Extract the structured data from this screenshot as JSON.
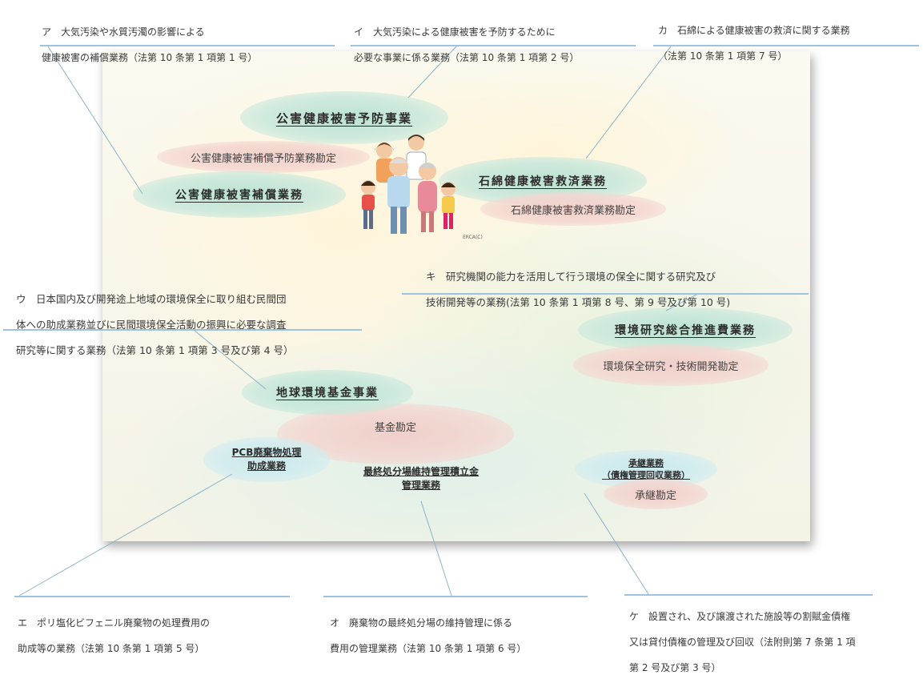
{
  "annotations": {
    "a": {
      "line1": "ア　大気汚染や水質汚濁の影響による",
      "line2": "健康被害の補償業務（法第 10 条第 1 項第 1 号）"
    },
    "i": {
      "line1": "イ　大気汚染による健康被害を予防するために",
      "line2": "必要な事業に係る業務（法第 10 条第 1 項第 2 号）"
    },
    "ka": {
      "line1": "カ　石綿による健康被害の救済に関する業務",
      "line2": "（法第 10 条第 1 項第 7 号）"
    },
    "ki": {
      "line1": "キ　研究機関の能力を活用して行う環境の保全に関する研究及び",
      "line2": "技術開発等の業務(法第 10 条第 1 項第 8 号、第 9 号及び第 10 号)"
    },
    "u": {
      "line1": "ウ　日本国内及び開発途上地域の環境保全に取り組む民間団",
      "line2": "体への助成業務並びに民間環境保全活動の振興に必要な調査",
      "line3": "研究等に関する業務（法第 10 条第 1 項第 3 号及び第 4 号）"
    },
    "e": {
      "line1": "エ　ポリ塩化ビフェニル廃棄物の処理費用の",
      "line2": "助成等の業務（法第 10 条第 1 項第 5 号）"
    },
    "o": {
      "line1": "オ　廃棄物の最終処分場の維持管理に係る",
      "line2": "費用の管理業務（法第 10 条第 1 項第 6 号）"
    },
    "ke": {
      "line1": "ケ　設置され、及び譲渡された施設等の割賦金債権",
      "line2": "又は貸付債権の管理及び回収（法附則第 7 条第 1 項",
      "line3": "第 2 号及び第 3 号）"
    }
  },
  "diagram": {
    "prevention": "公害健康被害予防事業",
    "prevention_account": "公害健康被害補償予防業務勘定",
    "compensation": "公害健康被害補償業務",
    "asbestos": "石綿健康被害救済業務",
    "asbestos_account": "石綿健康被害救済業務勘定",
    "research": "環境研究総合推進費業務",
    "research_account": "環境保全研究・技術開発勘定",
    "fund": "地球環境基金事業",
    "fund_account": "基金勘定",
    "pcb_line1": "PCB廃棄物処理",
    "pcb_line2": "助成業務",
    "landfill_line1": "最終処分場維持管理積立金",
    "landfill_line2": "管理業務",
    "succession_line1": "承継業務",
    "succession_line2": "（債権管理回収業務）",
    "succession_account": "承継勘定",
    "illustration_credit": "ERCA(C)"
  },
  "colors": {
    "teal_bubble": "#bfe4d6",
    "pink_bubble": "#f2d0cb",
    "connector": "#8cb4c8",
    "rule": "#9ec3e0"
  }
}
